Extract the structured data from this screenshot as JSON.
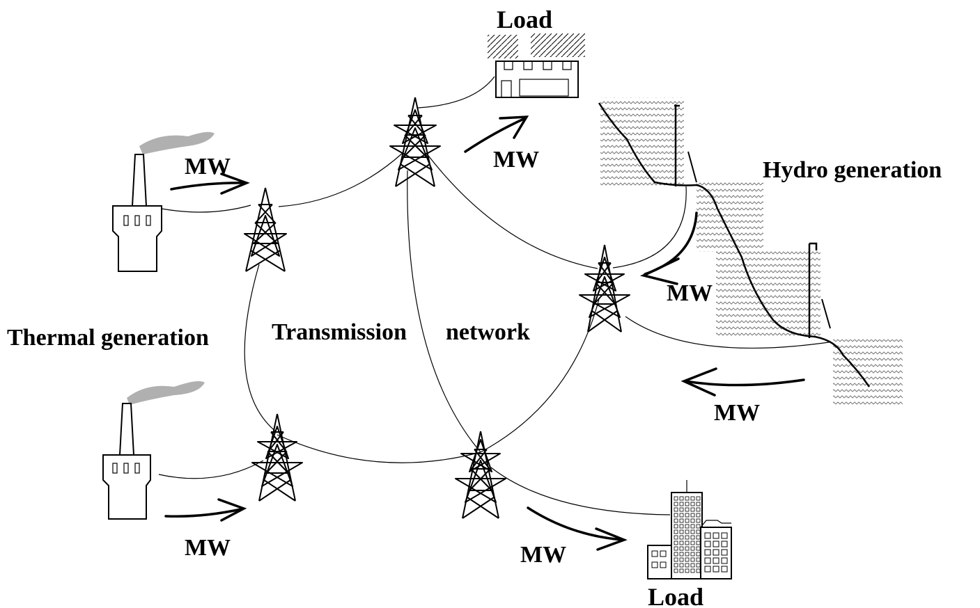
{
  "labels": {
    "load_top": "Load",
    "load_bottom": "Load",
    "hydro": "Hydro generation",
    "thermal": "Thermal generation",
    "transmission": "Transmission",
    "network": "network",
    "mw": "MW"
  },
  "colors": {
    "ink": "#000000",
    "smoke": "#b0b0b0",
    "water": "#666666"
  }
}
